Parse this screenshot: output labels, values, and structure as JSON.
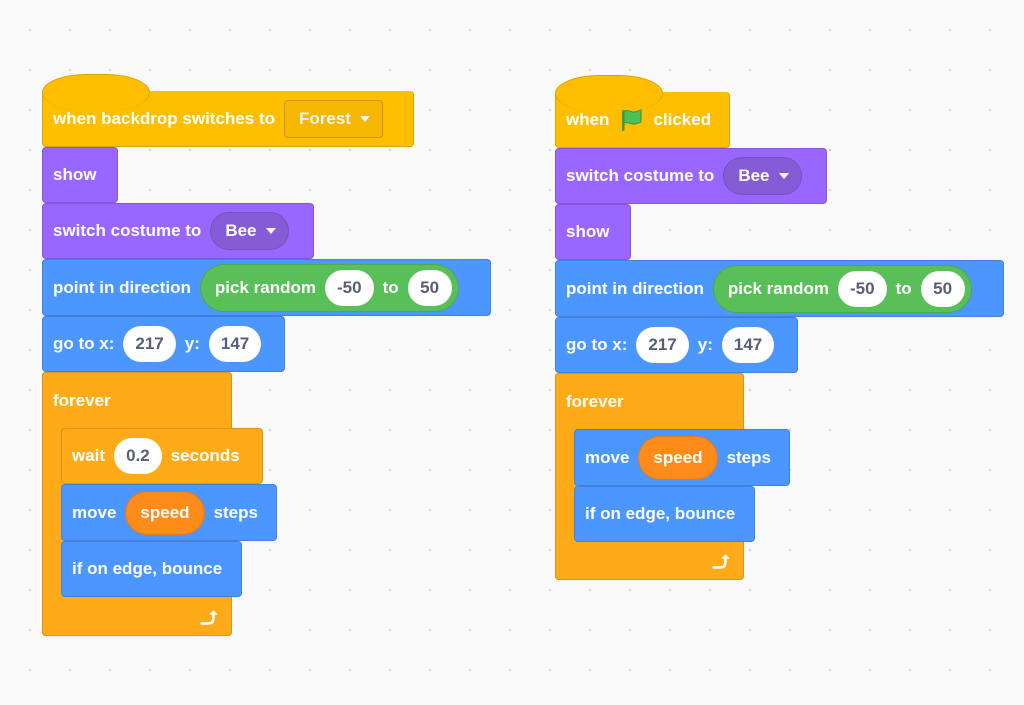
{
  "script_left": {
    "hat": {
      "text": "when backdrop switches to",
      "dropdown": "Forest"
    },
    "show": "show",
    "switch_costume": {
      "text": "switch costume to",
      "dropdown": "Bee"
    },
    "point_in_direction": {
      "text": "point in direction",
      "reporter": "pick random",
      "from": "-50",
      "to_label": "to",
      "to": "50"
    },
    "go_to": {
      "text": "go to x:",
      "x": "217",
      "y_label": "y:",
      "y": "147"
    },
    "forever": "forever",
    "wait": {
      "text": "wait",
      "value": "0.2",
      "unit": "seconds"
    },
    "move": {
      "text": "move",
      "variable": "speed",
      "unit": "steps"
    },
    "bounce": "if on edge, bounce"
  },
  "script_right": {
    "hat": {
      "when": "when",
      "clicked": "clicked"
    },
    "switch_costume": {
      "text": "switch costume to",
      "dropdown": "Bee"
    },
    "show": "show",
    "point_in_direction": {
      "text": "point in direction",
      "reporter": "pick random",
      "from": "-50",
      "to_label": "to",
      "to": "50"
    },
    "go_to": {
      "text": "go to x:",
      "x": "217",
      "y_label": "y:",
      "y": "147"
    },
    "forever": "forever",
    "move": {
      "text": "move",
      "variable": "speed",
      "unit": "steps"
    },
    "bounce": "if on edge, bounce"
  },
  "colors": {
    "events": "#ffbf00",
    "looks": "#9966ff",
    "motion": "#4c97ff",
    "control": "#ffab19",
    "operators": "#59c059",
    "variables": "#ff8c1a"
  },
  "icons": [
    "green-flag-icon",
    "loop-arrow-icon",
    "dropdown-caret-icon"
  ]
}
